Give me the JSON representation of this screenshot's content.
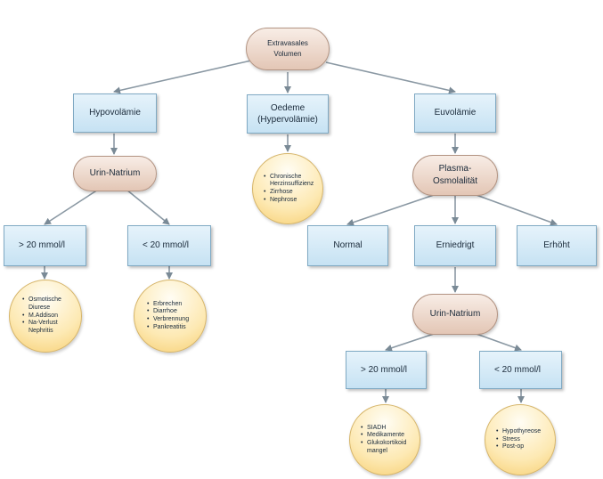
{
  "diagram": {
    "root": "Extravasales\nVolumen",
    "hypovolemia": "Hypovolämie",
    "edema": "Oedeme\n(Hypervolämie)",
    "euvolemia": "Euvolämie",
    "urine_sodium_left": "Urin-Natrium",
    "plasma_osmolality": "Plasma-\nOsmolalität",
    "edema_causes": [
      "Chronische Herzinsuffizienz",
      "Zirrhose",
      "Nephrose"
    ],
    "left_high": "> 20 mmol/l",
    "left_low": "< 20 mmol/l",
    "osm_normal": "Normal",
    "osm_low": "Erniedrigt",
    "osm_high": "Erhöht",
    "left_high_causes": [
      "Osmotische Diurese",
      "M.Addison",
      "Na-Verlust Nephritis"
    ],
    "left_low_causes": [
      "Erbrechen",
      "Diarrhoe",
      "Verbrennung",
      "Pankreatitis"
    ],
    "urine_sodium_right": "Urin-Natrium",
    "right_high": "> 20 mmol/l",
    "right_low": "< 20 mmol/l",
    "right_high_causes": [
      "SIADH",
      "Medikamente",
      "Glukokortikoid mangel"
    ],
    "right_low_causes": [
      "Hypothyreose",
      "Stress",
      "Post-op"
    ]
  }
}
